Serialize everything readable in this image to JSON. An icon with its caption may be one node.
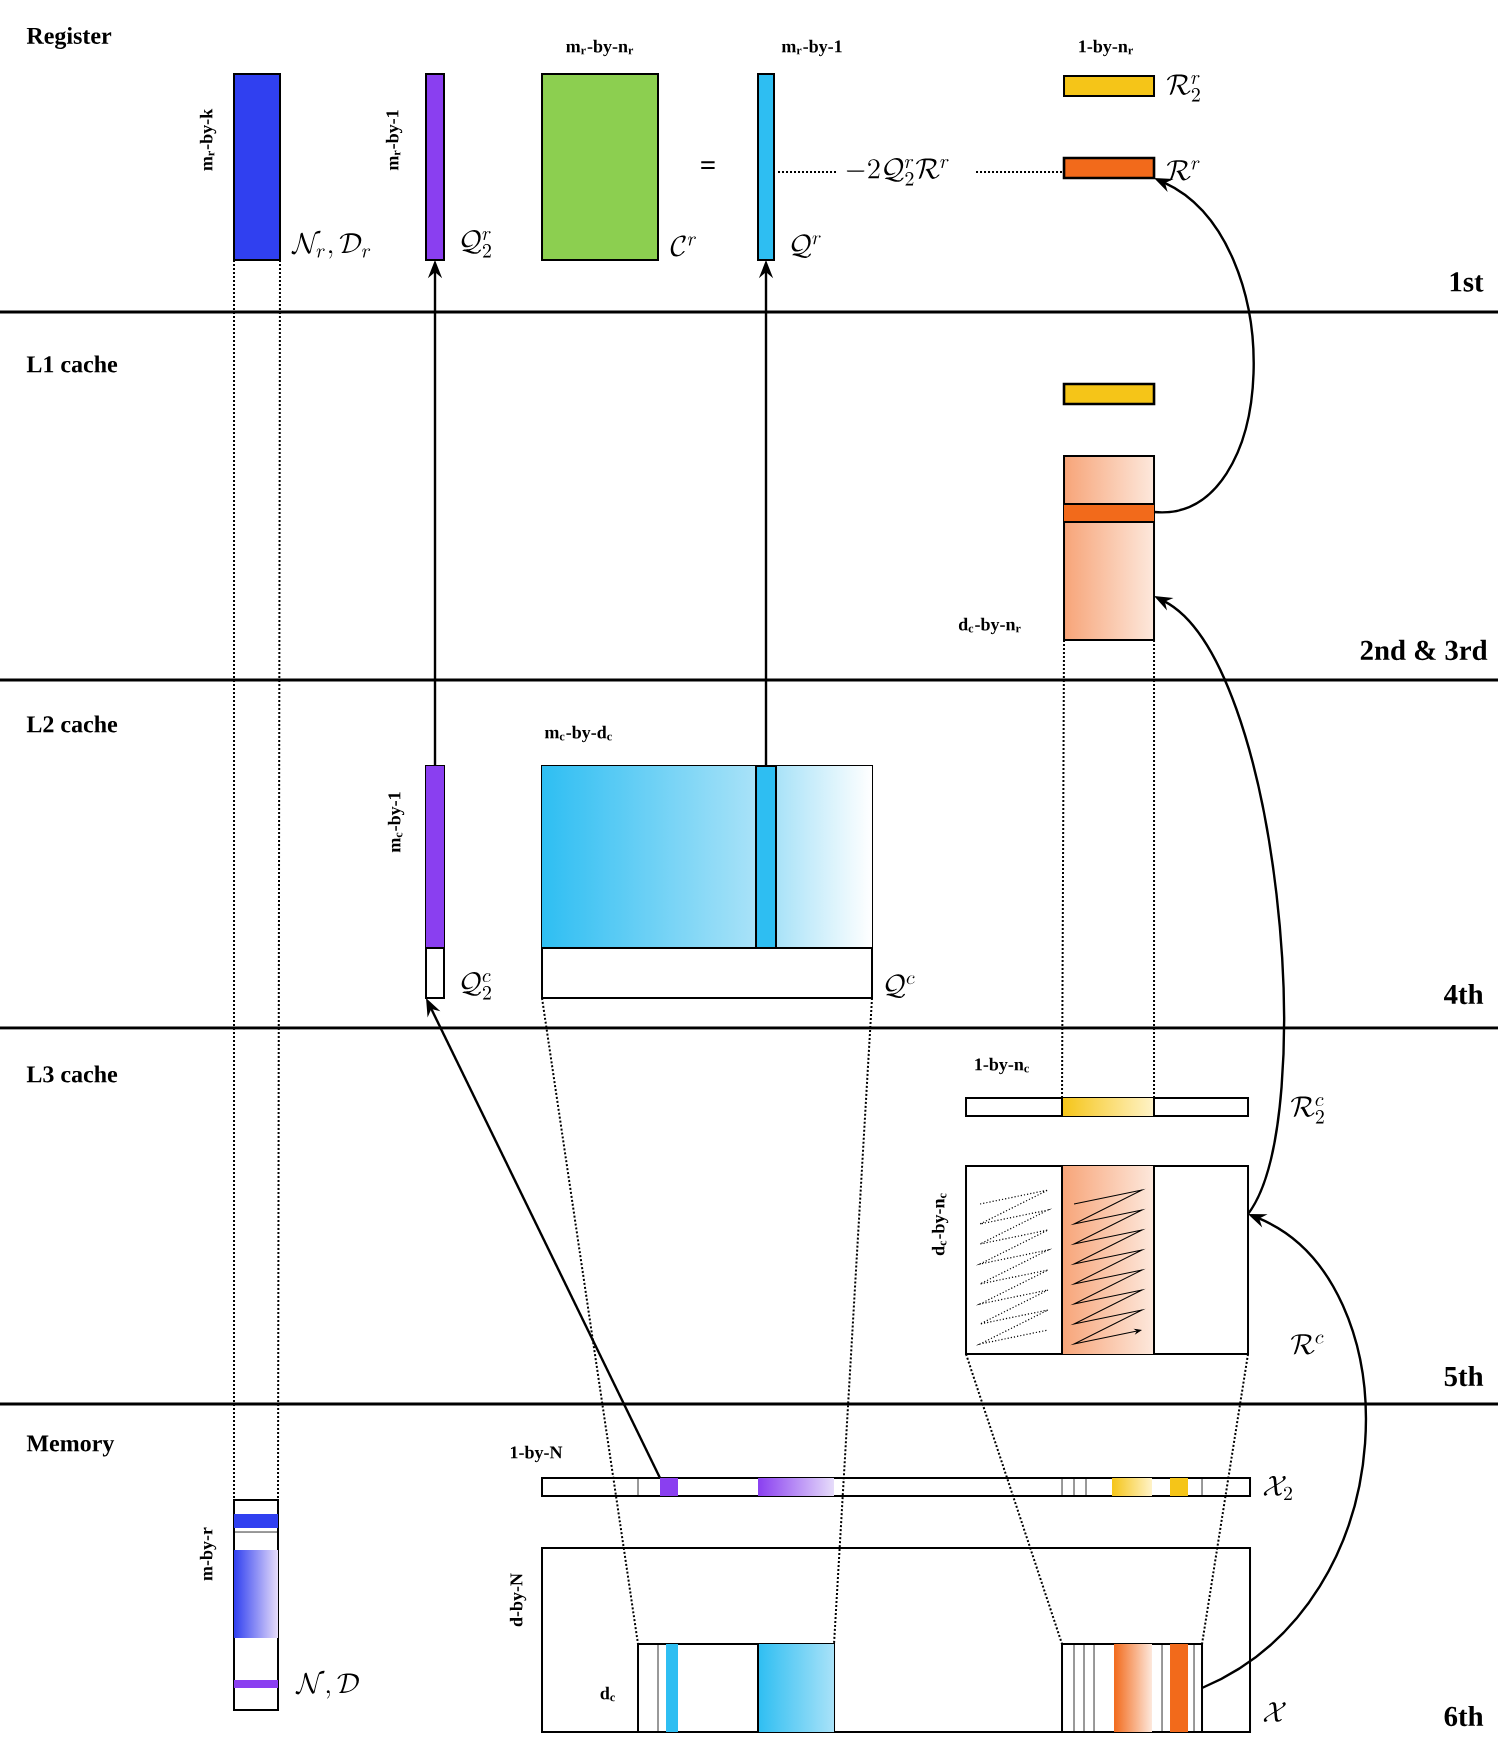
{
  "diagram": {
    "nodes": [
      {
        "text": [
          "m$_{r}$-by-k"
        ],
        "beside": [
          "\\mathcal{N}_r,\\mathcal{D}_r"
        ]
      },
      {
        "text": [
          "m$_{r}$-by-1"
        ],
        "beside": [
          "\\mathcal{Q}^r_2"
        ]
      },
      {
        "text": [
          "m$_{r}$-by-n$_{r}$"
        ],
        "beside": [
          "\\mathcal{C}^r"
        ]
      },
      {
        "text": [
          "m$_{r}$-by-1"
        ],
        "beside": [
          "\\mathcal{Q}^r"
        ]
      },
      {
        "text": [
          "1-by-n$_{r}$"
        ],
        "beside": [
          "\\mathcal{R}^r_2"
        ]
      },
      {
        "text": [],
        "shape": "bar",
        "beside": [
          "\\mathcal{R}^r"
        ]
      },
      {
        "text": [],
        "shape": "bar"
      },
      {
        "text": [
          "d$_{c}$-by-n$_{r}$"
        ]
      },
      {
        "text": [
          "m$_{c}$-by-1"
        ],
        "beside": [
          "\\mathcal{Q}^c_2"
        ]
      },
      {
        "text": [
          "m$_{c}$-by-d$_{c}$"
        ],
        "beside": [
          "\\mathcal{Q}^c"
        ]
      },
      {
        "text": [
          "1-by-n$_{c}$"
        ],
        "beside": [
          "\\mathcal{R}^c_2"
        ]
      },
      {
        "text": [
          "d$_{c}$-by-n$_{c}$"
        ],
        "beside": [
          "\\mathcal{R}^c"
        ]
      },
      {
        "text": [
          "1-by-N"
        ],
        "beside": [
          "\\mathcal{X}_2"
        ]
      },
      {
        "text": [
          "m-by-r"
        ],
        "beside": [
          "\\mathcal{N},\\mathcal{D}"
        ]
      },
      {
        "text": [
          "d-by-N"
        ],
        "beside": [
          "\\mathcal{X}"
        ]
      },
      {
        "text": [
          "d$_{c}$"
        ],
        "in": 14
      },
      {
        "text": [],
        "shape": "box",
        "in": 14
      }
    ],
    "edges": [
      {
        "from": 12,
        "to": 8,
        "arrow": "to"
      },
      {
        "from": 8,
        "to": 1,
        "arrow": "to"
      },
      {
        "from": 9,
        "to": 3,
        "arrow": "to"
      },
      {
        "from": 7,
        "to": 5,
        "arrow": "to"
      },
      {
        "from": 11,
        "to": 7,
        "arrow": "to"
      },
      {
        "from": 16,
        "to": 11,
        "arrow": "to"
      },
      {
        "from": 0,
        "to": 13,
        "arrow": "none",
        "style": "dashed"
      },
      {
        "from": 0,
        "to": 13,
        "arrow": "none",
        "style": "dashed"
      },
      {
        "from": 7,
        "to": 10,
        "arrow": "none",
        "style": "dashed"
      },
      {
        "from": 7,
        "to": 10,
        "arrow": "none",
        "style": "dashed"
      },
      {
        "from": 9,
        "to": 15,
        "arrow": "none",
        "style": "dashed"
      },
      {
        "from": 9,
        "to": 15,
        "arrow": "none",
        "style": "dashed"
      },
      {
        "from": 11,
        "to": 16,
        "arrow": "none",
        "style": "dashed"
      },
      {
        "from": 11,
        "to": 16,
        "arrow": "none",
        "style": "dashed"
      }
    ],
    "labels": [
      "Register",
      "=",
      "-2\\mathcal{Q}^r_2\\mathcal{R}^r",
      "1st",
      "L1 cache",
      "2nd & 3rd",
      "L2 cache",
      "4th",
      "L3 cache",
      "5th",
      "Memory",
      "6th"
    ]
  }
}
